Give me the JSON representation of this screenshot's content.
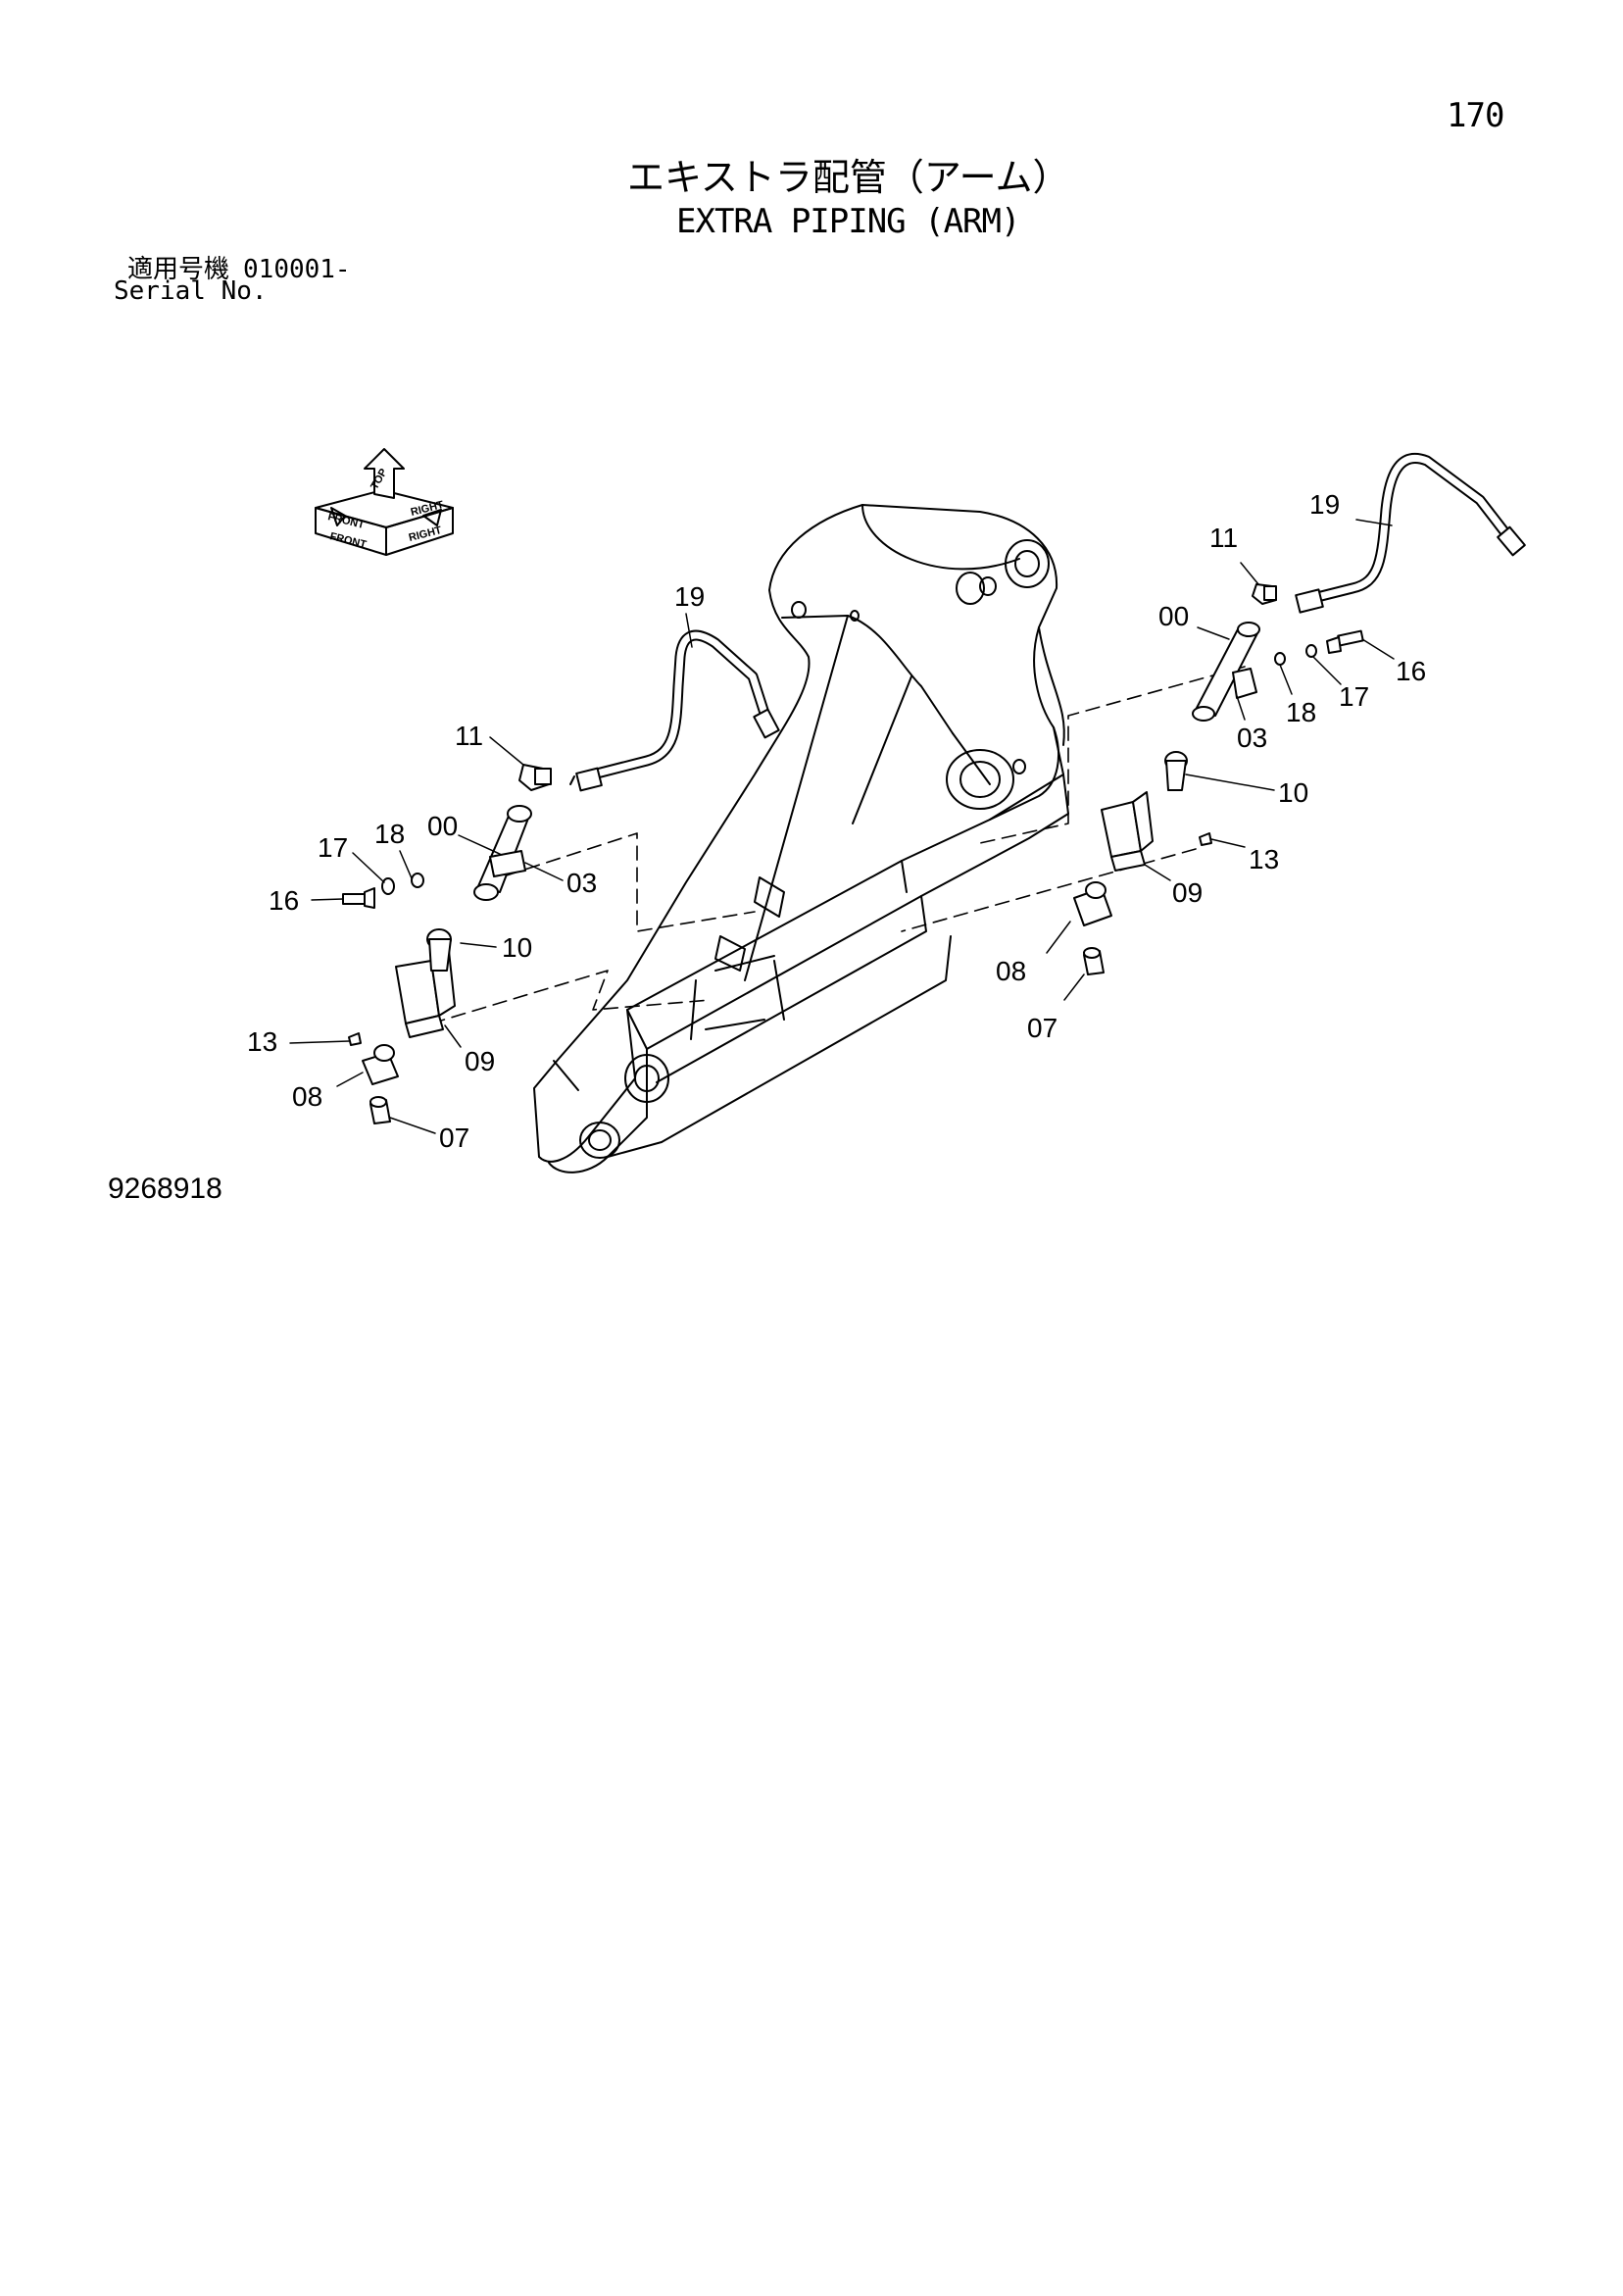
{
  "page": {
    "number": "170",
    "title_jp": "エキストラ配管（アーム）",
    "title_en": "EXTRA PIPING (ARM)",
    "serial_label_jp": "適用号機",
    "serial_value": "010001-",
    "serial_label_en": "Serial No.",
    "drawing_number": "9268918"
  },
  "orientation_icon": {
    "labels": [
      "FRONT",
      "RIGHT",
      "TOP",
      "FRONT",
      "RIGHT"
    ]
  },
  "callouts": {
    "l19": "19",
    "l11": "11",
    "l00": "00",
    "l18": "18",
    "l17": "17",
    "l16": "16",
    "l03": "03",
    "l10": "10",
    "l13": "13",
    "l09": "09",
    "l08": "08",
    "l07": "07",
    "r19": "19",
    "r11": "11",
    "r00": "00",
    "r03": "03",
    "r18": "18",
    "r17": "17",
    "r16": "16",
    "r10": "10",
    "r13": "13",
    "r09": "09",
    "r08": "08",
    "r07": "07"
  }
}
